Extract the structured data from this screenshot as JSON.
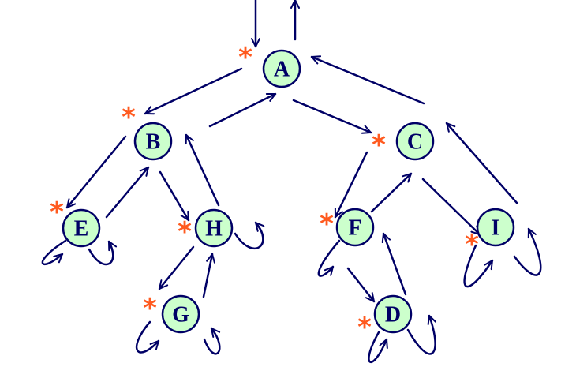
{
  "colors": {
    "node_fill": "#ccffcc",
    "node_stroke": "#000066",
    "edge": "#000066",
    "marker": "#ff5a1f"
  },
  "nodes": [
    {
      "id": "A",
      "label": "A"
    },
    {
      "id": "B",
      "label": "B"
    },
    {
      "id": "C",
      "label": "C"
    },
    {
      "id": "E",
      "label": "E"
    },
    {
      "id": "H",
      "label": "H"
    },
    {
      "id": "F",
      "label": "F"
    },
    {
      "id": "I",
      "label": "I"
    },
    {
      "id": "G",
      "label": "G"
    },
    {
      "id": "D",
      "label": "D"
    }
  ],
  "tree_edges": [
    [
      "A",
      "B"
    ],
    [
      "A",
      "C"
    ],
    [
      "B",
      "E"
    ],
    [
      "B",
      "H"
    ],
    [
      "H",
      "G"
    ],
    [
      "C",
      "F"
    ],
    [
      "C",
      "I"
    ],
    [
      "F",
      "D"
    ]
  ],
  "marker_symbol": "*",
  "marked_nodes": [
    "A",
    "B",
    "C",
    "E",
    "H",
    "F",
    "I",
    "G",
    "D"
  ]
}
